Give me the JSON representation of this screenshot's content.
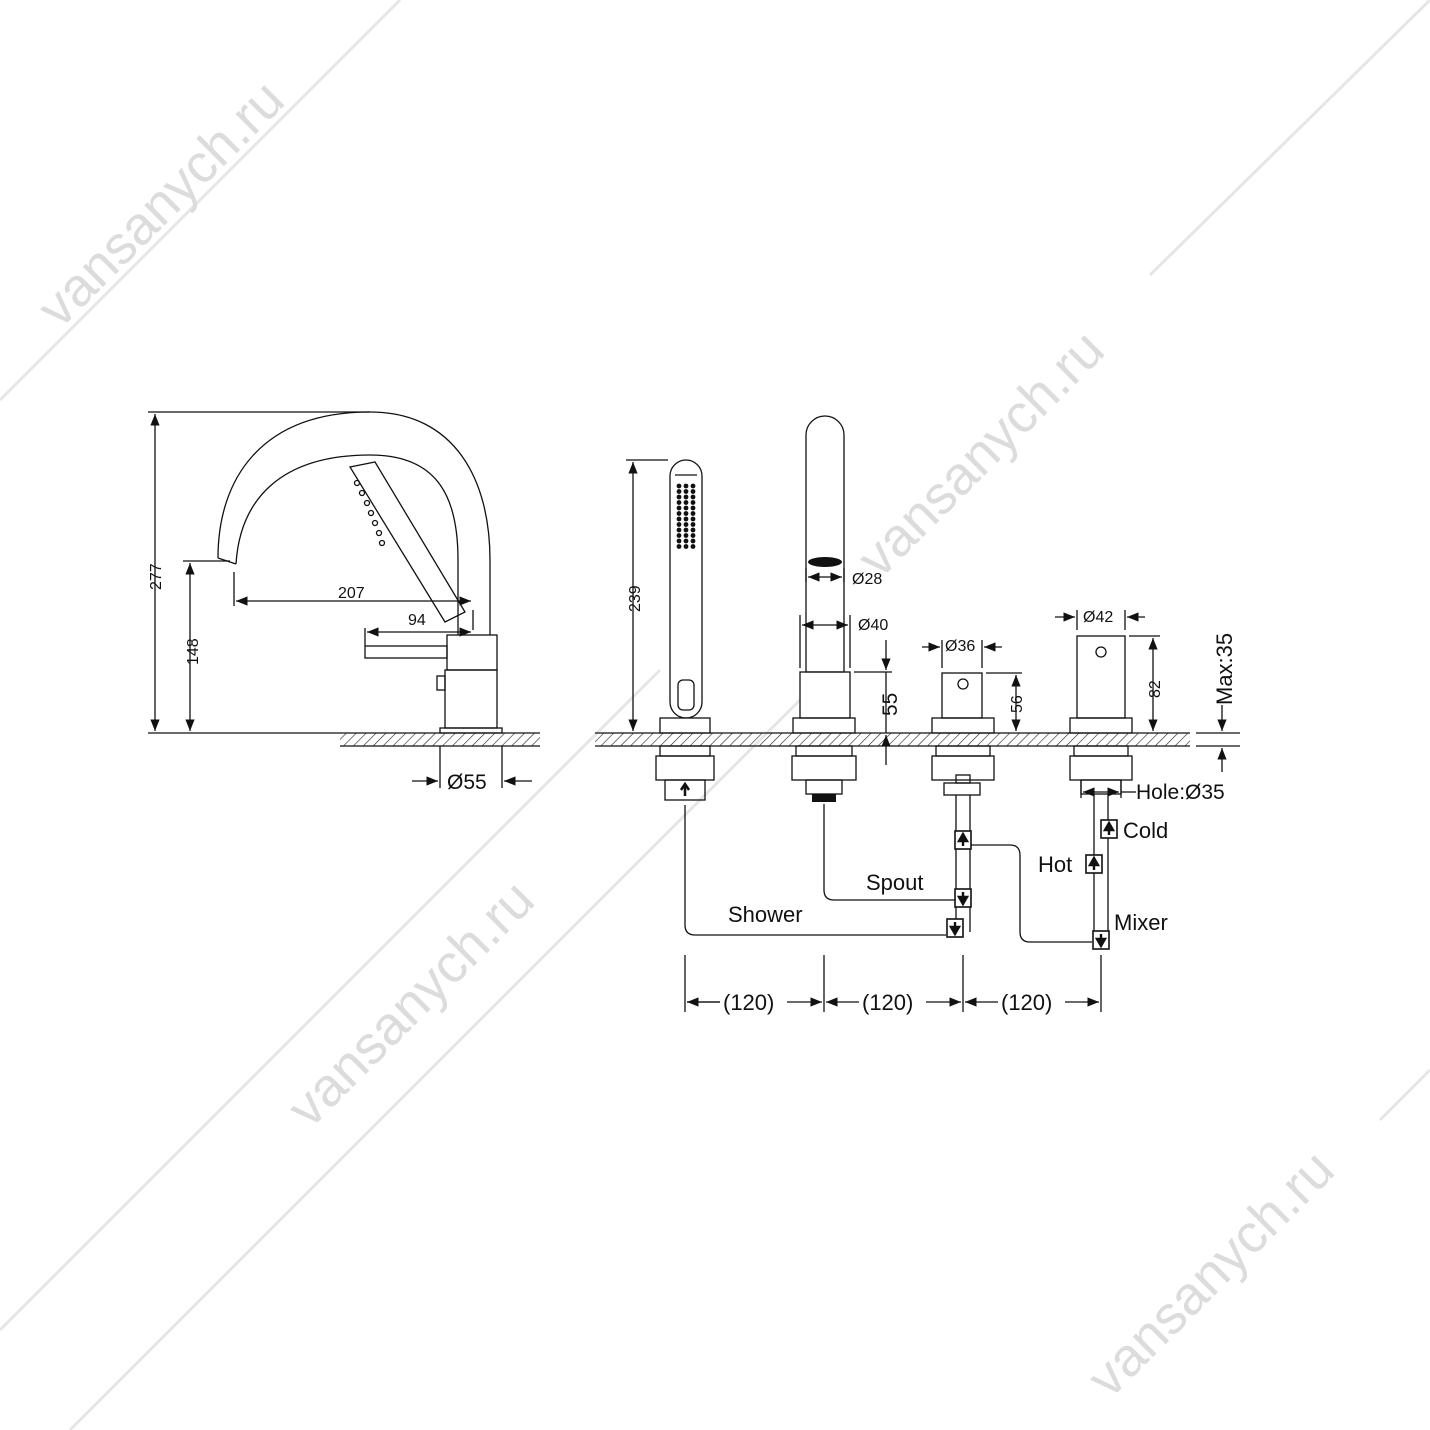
{
  "watermark": {
    "text": "vansanych.ru"
  },
  "side_view": {
    "height_total": "277",
    "height_spout": "148",
    "reach_spout": "207",
    "reach_handle": "94",
    "base_diameter": "Ø55"
  },
  "front_view": {
    "shower_height": "239",
    "spout_diameter_top": "Ø28",
    "spout_diameter_base": "Ø40",
    "spout_base_height": "55",
    "valve_diameter": "Ø36",
    "valve_height": "56",
    "mixer_diameter": "Ø42",
    "mixer_height": "82",
    "deck_max": "Max:35",
    "hole_diameter": "Hole:Ø35",
    "spacing": [
      "(120)",
      "(120)",
      "(120)"
    ]
  },
  "connections": {
    "shower": "Shower",
    "spout": "Spout",
    "hot": "Hot",
    "cold": "Cold",
    "mixer": "Mixer"
  }
}
